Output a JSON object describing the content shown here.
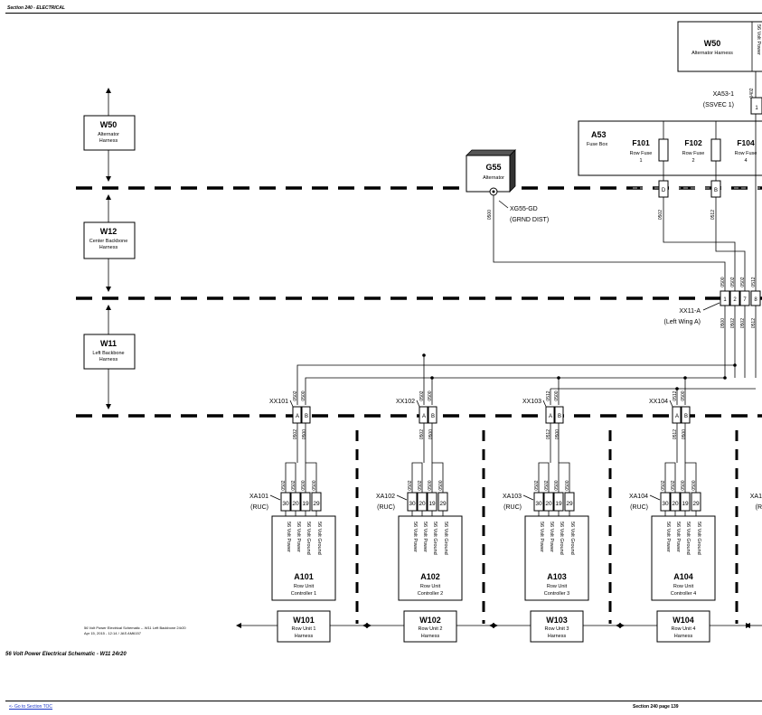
{
  "header": {
    "title": "Section 240 - ELECTRICAL"
  },
  "caption": "56 Volt Power Electrical Schematic - W11 24r20",
  "footer": {
    "toc_link": "<- Go to Section TOC",
    "page": "Section 240 page 139"
  },
  "figure_note": {
    "line1": "56 Volt Power Electrical Schematic -- W11 Left Backbone 24r20",
    "line2": "Apr 15, 2015  -  12:14 /  JAS AM6157"
  },
  "left_harnesses": [
    {
      "id": "W50",
      "name1": "Alternator",
      "name2": "Harness"
    },
    {
      "id": "W12",
      "name1": "Center Backbone",
      "name2": "Harness"
    },
    {
      "id": "W11",
      "name1": "Left Backbone",
      "name2": "Harness"
    }
  ],
  "top_w50": {
    "id": "W50",
    "name": "Alternator Harness",
    "wire_label": "56 Volt Power",
    "wire": "0402",
    "pin": "1",
    "conn_label": "XA53-1",
    "conn_sub": "(SSVEC 1)"
  },
  "fuse_box": {
    "id": "A53",
    "name": "Fuse Box",
    "fuses": [
      {
        "id": "F101",
        "name": "Row Fuse",
        "num": "1"
      },
      {
        "id": "F102",
        "name": "Row Fuse",
        "num": "2"
      },
      {
        "id": "F104",
        "name": "Row Fuse",
        "num": "4"
      }
    ],
    "pins": [
      "D",
      "B"
    ],
    "wires": [
      "0502",
      "0512"
    ]
  },
  "alternator": {
    "id": "G55",
    "name": "Alternator",
    "ground_conn": "XG55-GD",
    "ground_sub": "(GRND DIST)",
    "wire": "0500"
  },
  "xx11": {
    "label": "XX11-A",
    "sub": "(Left Wing A)",
    "pins": [
      "1",
      "2",
      "7",
      "8"
    ],
    "wires": [
      "0500",
      "0502",
      "0502",
      "0512"
    ]
  },
  "row_units": [
    {
      "conn": "XX101",
      "wires_top": [
        "0502",
        "0500"
      ],
      "pins": [
        "A",
        "B"
      ],
      "ruc": "XA101",
      "ctrl_id": "A101",
      "ctrl_name": "Row Unit",
      "ctrl_num": "Controller 1",
      "harness_id": "W101",
      "harness_1": "Row Unit 1",
      "harness_2": "Harness"
    },
    {
      "conn": "XX102",
      "wires_top": [
        "0502",
        "0500"
      ],
      "pins": [
        "A",
        "B"
      ],
      "ruc": "XA102",
      "ctrl_id": "A102",
      "ctrl_name": "Row Unit",
      "ctrl_num": "Controller 2",
      "harness_id": "W102",
      "harness_1": "Row Unit 2",
      "harness_2": "Harness"
    },
    {
      "conn": "XX103",
      "wires_top": [
        "0512",
        "0500"
      ],
      "pins": [
        "A",
        "B"
      ],
      "ruc": "XA103",
      "ctrl_id": "A103",
      "ctrl_name": "Row Unit",
      "ctrl_num": "Controller 3",
      "harness_id": "W103",
      "harness_1": "Row Unit 3",
      "harness_2": "Harness"
    },
    {
      "conn": "XX104",
      "wires_top": [
        "0512",
        "0500"
      ],
      "pins": [
        "A",
        "B"
      ],
      "ruc": "XA104",
      "ctrl_id": "A104",
      "ctrl_name": "Row Unit",
      "ctrl_num": "Controller 4",
      "harness_id": "W104",
      "harness_1": "Row Unit 4",
      "harness_2": "Harness"
    }
  ],
  "ruc_common": {
    "sub": "(RUC)",
    "pins": [
      "30",
      "20",
      "19",
      "29"
    ],
    "wires": [
      "0502",
      "0502",
      "0500",
      "0500"
    ],
    "signals": [
      "56 Volt Power",
      "56 Volt Power",
      "56 Volt Ground",
      "56 Volt Ground"
    ]
  },
  "partial": {
    "ruc": "XA1",
    "sub": "(R"
  }
}
